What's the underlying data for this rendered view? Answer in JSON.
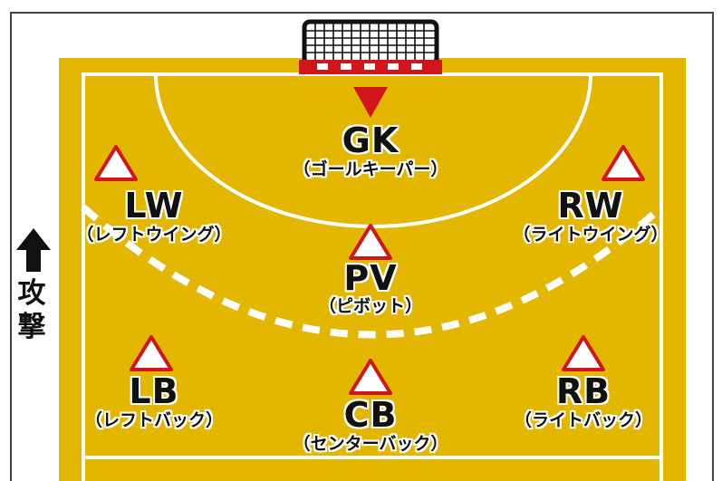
{
  "colors": {
    "court": "#e3b600",
    "line": "#ffffff",
    "marker_fill": "#ffffff",
    "marker_border": "#d0161b",
    "goalkeeper_marker": "#d0161b",
    "goal_frame": "#111111",
    "goal_post": "#d0161b",
    "text": "#111111"
  },
  "attack": {
    "label_line1": "攻",
    "label_line2": "撃",
    "icon": "arrow-up-icon"
  },
  "positions": {
    "gk": {
      "code": "GK",
      "name": "（ゴールキーパー）"
    },
    "lw": {
      "code": "LW",
      "name": "（レフトウイング）"
    },
    "rw": {
      "code": "RW",
      "name": "（ライトウイング）"
    },
    "pv": {
      "code": "PV",
      "name": "（ピボット）"
    },
    "lb": {
      "code": "LB",
      "name": "（レフトバック）"
    },
    "cb": {
      "code": "CB",
      "name": "（センターバック）"
    },
    "rb": {
      "code": "RB",
      "name": "（ライトバック）"
    }
  }
}
